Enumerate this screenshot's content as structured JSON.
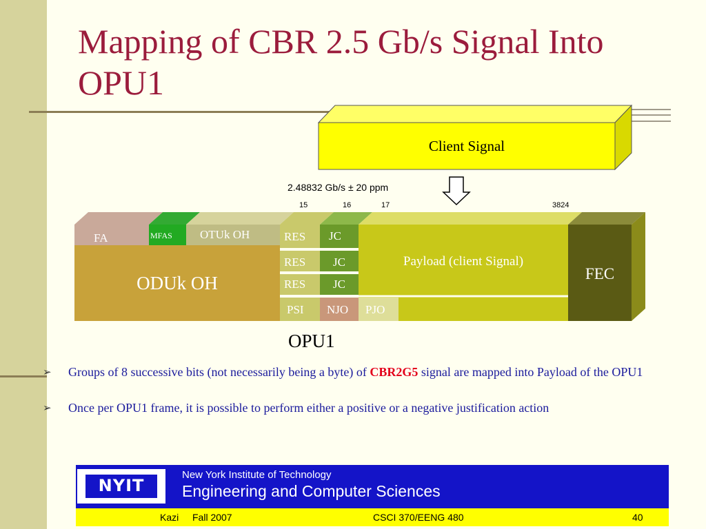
{
  "title": "Mapping of CBR 2.5 Gb/s Signal Into OPU1",
  "client_signal": "Client Signal",
  "rate_label": "2.48832 Gb/s ± 20 ppm",
  "columns": [
    "15",
    "16",
    "17",
    "3824"
  ],
  "frame": {
    "fa": "FA",
    "mfas": "MFAS",
    "otuk_oh": "OTUk OH",
    "oduk_oh": "ODUk OH",
    "res": "RES",
    "jc": "JC",
    "psi": "PSI",
    "njo": "NJO",
    "pjo": "PJO",
    "payload": "Payload (client Signal)",
    "fec": "FEC"
  },
  "opu_label": "OPU1",
  "bullets": {
    "b1_pre": "Groups of 8 successive bits (not necessarily being a byte) of ",
    "b1_hl": "CBR2G5",
    "b1_post": " signal are mapped into Payload of the OPU1",
    "b2": "Once per OPU1 frame, it is possible to perform either a positive or a negative justification action"
  },
  "footer": {
    "logo": "NYIT",
    "institute": "New York Institute of Technology",
    "department": "Engineering and Computer Sciences",
    "author": "Kazi",
    "term": "Fall 2007",
    "course": "CSCI 370/EENG 480",
    "page": "40"
  },
  "colors": {
    "title": "#9b1c3c",
    "text": "#1a1a9c",
    "highlight": "#e3001b",
    "client_signal": "#ffff00",
    "footer_blue": "#1414c8",
    "footer_yellow": "#ffff00"
  }
}
